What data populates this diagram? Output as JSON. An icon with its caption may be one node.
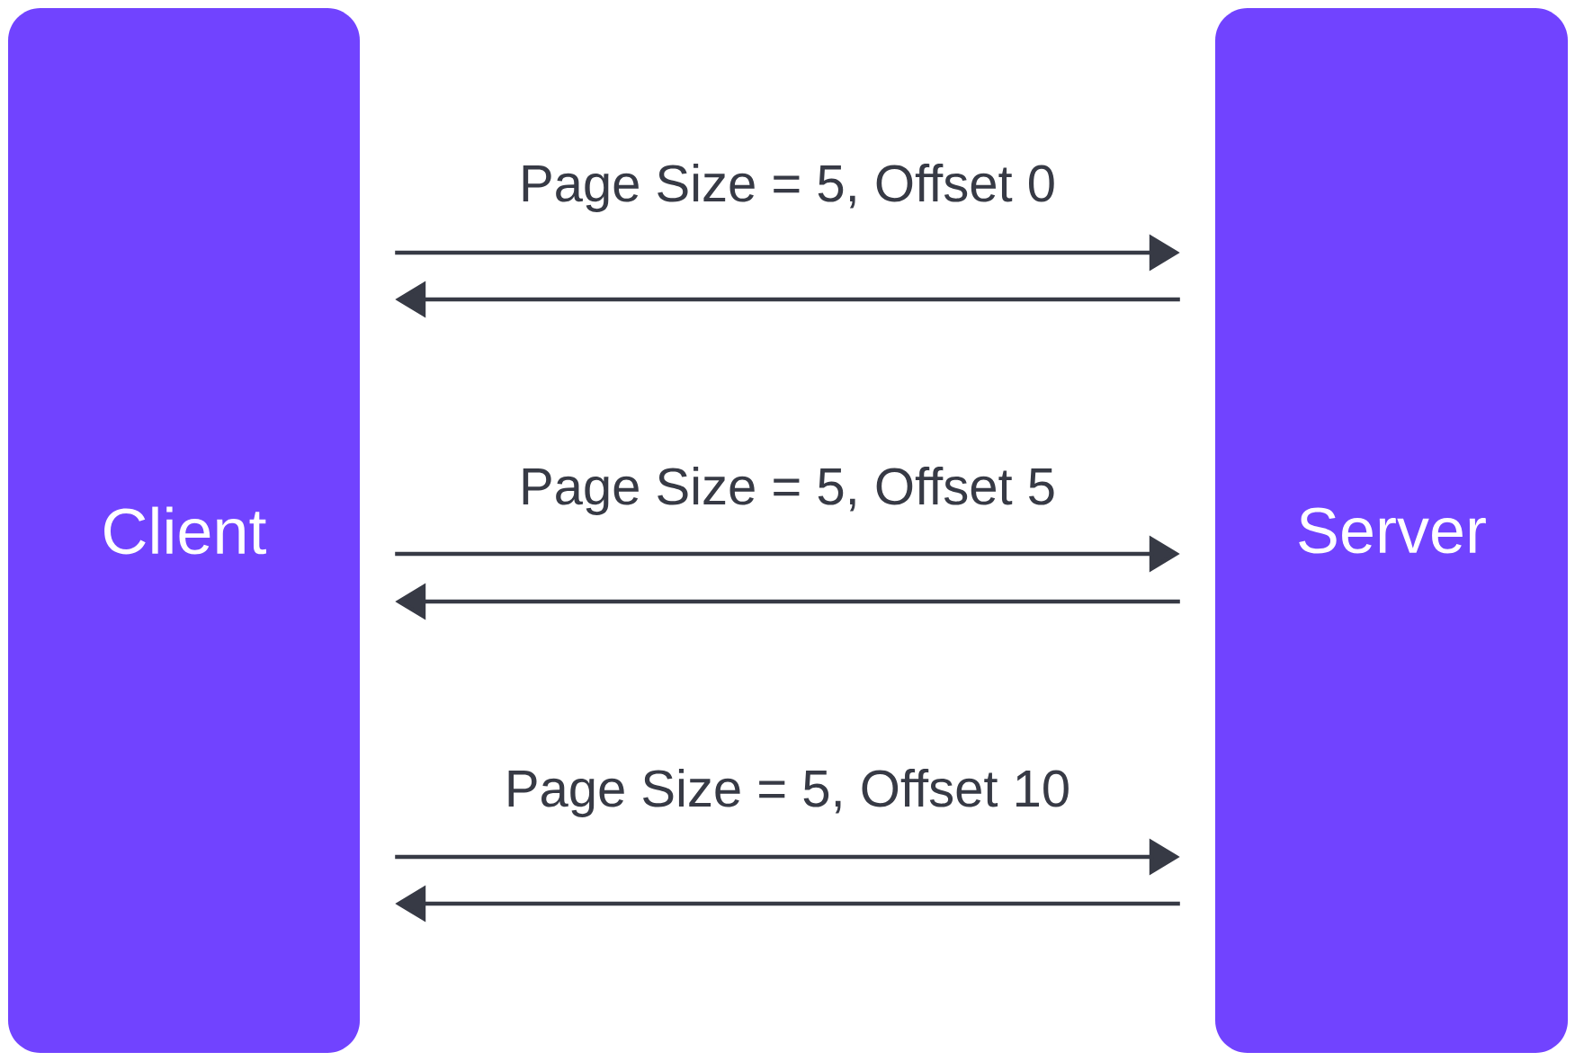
{
  "diagram": {
    "nodes": [
      {
        "text": [
          "Client"
        ]
      },
      {
        "text": [
          "Server"
        ]
      }
    ],
    "edges": [
      {
        "from": 0,
        "to": 1,
        "arrow": "to",
        "label": "Page Size = 5, Offset 0"
      },
      {
        "from": 1,
        "to": 0,
        "arrow": "to"
      },
      {
        "from": 0,
        "to": 1,
        "arrow": "to",
        "label": "Page Size = 5, Offset 5"
      },
      {
        "from": 1,
        "to": 0,
        "arrow": "to"
      },
      {
        "from": 0,
        "to": 1,
        "arrow": "to",
        "label": "Page Size = 5, Offset 10"
      },
      {
        "from": 1,
        "to": 0,
        "arrow": "to"
      }
    ]
  }
}
